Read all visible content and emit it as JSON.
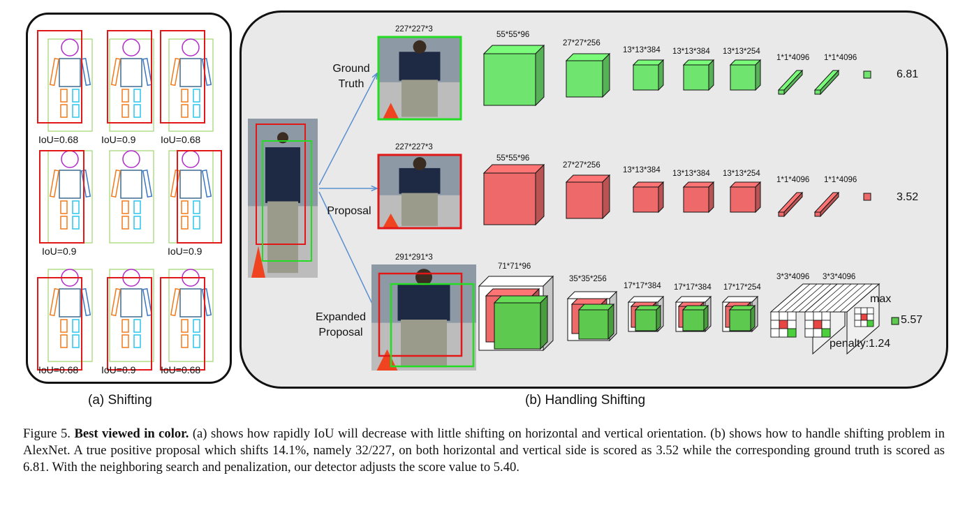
{
  "panel_a": {
    "caption": "(a) Shifting",
    "iou_labels": [
      "IoU=0.68",
      "IoU=0.9",
      "IoU=0.68",
      "IoU=0.9",
      "IoU=0.9",
      "IoU=0.68",
      "IoU=0.9",
      "IoU=0.68"
    ]
  },
  "panel_b": {
    "caption": "(b) Handling Shifting",
    "rows": [
      {
        "label": "Ground Truth",
        "color": "#6fe46f",
        "dims": [
          "227*227*3",
          "55*55*96",
          "27*27*256",
          "13*13*384",
          "13*13*384",
          "13*13*254",
          "1*1*4096",
          "1*1*4096"
        ],
        "score": "6.81"
      },
      {
        "label": "Proposal",
        "color": "#ee6a6a",
        "dims": [
          "227*227*3",
          "55*55*96",
          "27*27*256",
          "13*13*384",
          "13*13*384",
          "13*13*254",
          "1*1*4096",
          "1*1*4096"
        ],
        "score": "3.52"
      },
      {
        "label": "Expanded Proposal",
        "color": "#5ec94f",
        "dims": [
          "291*291*3",
          "71*71*96",
          "35*35*256",
          "17*17*384",
          "17*17*384",
          "17*17*254",
          "3*3*4096",
          "3*3*4096"
        ],
        "score": "5.57",
        "max_label": "max",
        "penalty": "penalty:1.24"
      }
    ]
  },
  "caption": {
    "prefix": "Figure 5. ",
    "bold": "Best viewed in color.",
    "text": " (a) shows how rapidly IoU will decrease with little shifting on horizontal and vertical orientation. (b) shows how to handle shifting problem in AlexNet. A true positive proposal which shifts 14.1%, namely 32/227, on both horizontal and vertical side is scored as 3.52 while the corresponding ground truth is scored as 6.81. With the neighboring search and penalization, our detector adjusts the score value to 5.40."
  },
  "colors": {
    "green": "#6fe46f",
    "red": "#ee6a6a",
    "box_red": "#e21818",
    "box_green": "#22dd22"
  }
}
